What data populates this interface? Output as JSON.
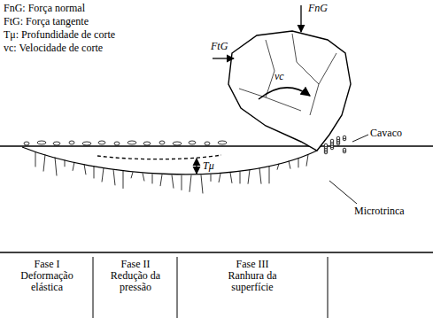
{
  "diagram": {
    "labels": [
      "FnG: Força normal",
      "FtG: Força tangente",
      "Tμ: Profundidade de corte",
      "vc: Velocidade de corte",
      "FnG",
      "FtG",
      "vc",
      "Cavaco",
      "Tμ",
      "Microtrinca",
      "Fase I Deformação elástica",
      "Fase II Redução da pressão",
      "Fase III Ranhura da superfície"
    ]
  }
}
